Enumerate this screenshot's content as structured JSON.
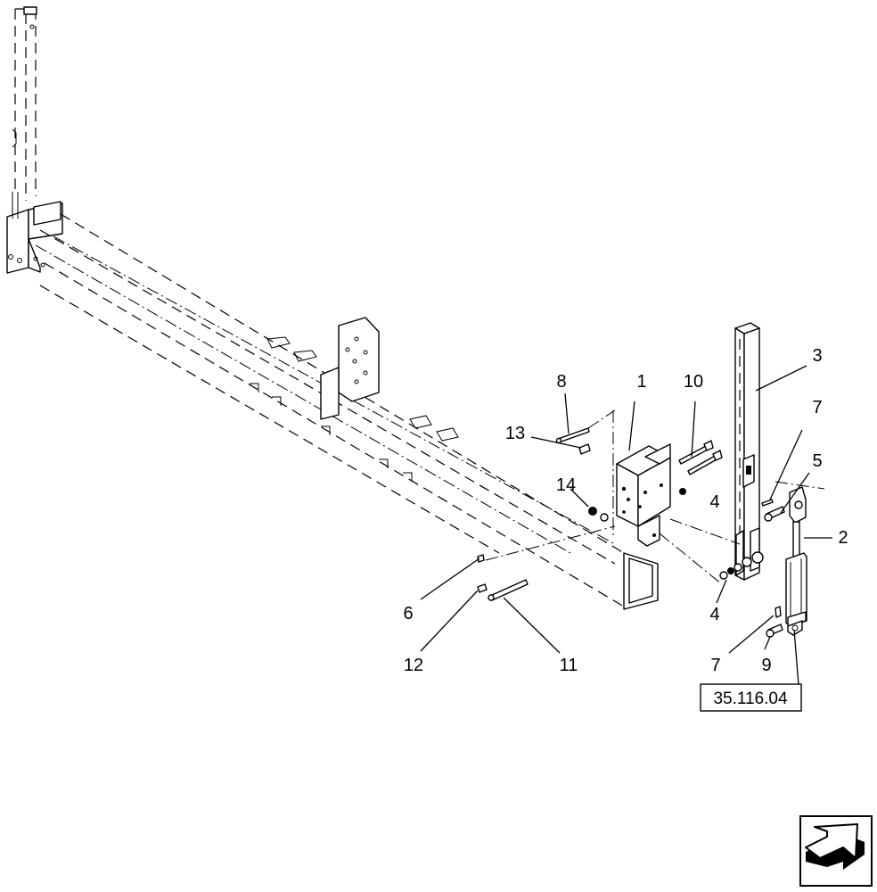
{
  "callouts": [
    {
      "id": "c1",
      "label": "1"
    },
    {
      "id": "c2",
      "label": "2"
    },
    {
      "id": "c3",
      "label": "3"
    },
    {
      "id": "c4a",
      "label": "4"
    },
    {
      "id": "c4b",
      "label": "4"
    },
    {
      "id": "c5",
      "label": "5"
    },
    {
      "id": "c6",
      "label": "6"
    },
    {
      "id": "c7a",
      "label": "7"
    },
    {
      "id": "c7b",
      "label": "7"
    },
    {
      "id": "c8",
      "label": "8"
    },
    {
      "id": "c9",
      "label": "9"
    },
    {
      "id": "c10",
      "label": "10"
    },
    {
      "id": "c11",
      "label": "11"
    },
    {
      "id": "c12",
      "label": "12"
    },
    {
      "id": "c13",
      "label": "13"
    },
    {
      "id": "c14",
      "label": "14"
    }
  ],
  "reference_box": {
    "label": "35.116.04"
  },
  "nav_icon": "next-page-arrow-icon"
}
